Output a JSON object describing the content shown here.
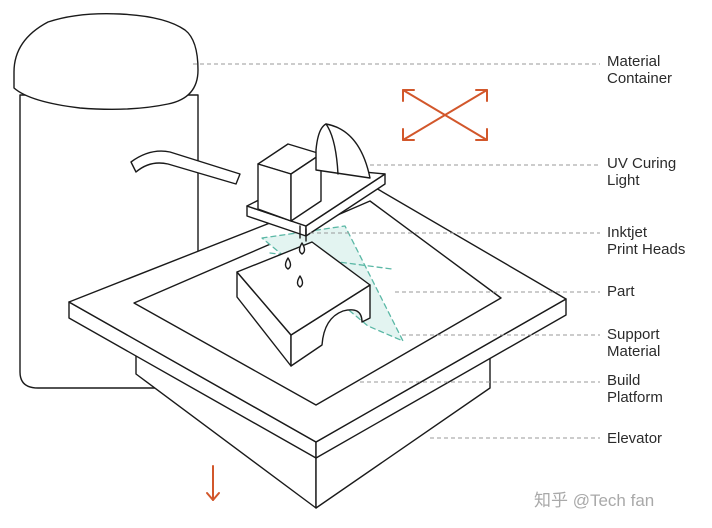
{
  "labels": {
    "material_container": [
      "Material",
      "Container"
    ],
    "uv_curing_light": [
      "UV Curing",
      "Light"
    ],
    "inkjet_print_heads": [
      "Inktjet",
      "Print Heads"
    ],
    "part": [
      "Part"
    ],
    "support_material": [
      "Support",
      "Material"
    ],
    "build_platform": [
      "Build",
      "Platform"
    ],
    "elevator": [
      "Elevator"
    ]
  },
  "watermark": "知乎 @Tech fan",
  "colors": {
    "line": "#1a1a1a",
    "leader": "#9a9a9a",
    "arrow_accent": "#d2572b",
    "support_dashed": "#5bb8a6",
    "support_fill": "#e3f4f1"
  },
  "icons": {
    "motion_arrows": "four-way-diagonal-arrow-icon",
    "elevator_arrow": "down-arrow-icon"
  }
}
